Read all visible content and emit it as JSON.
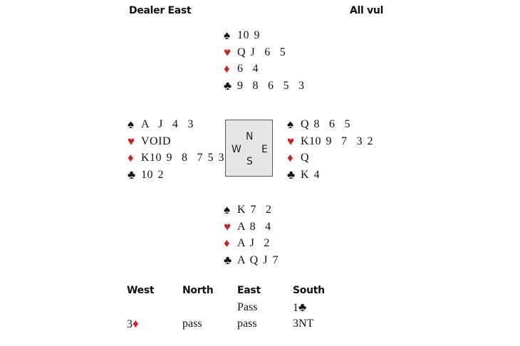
{
  "header": {
    "dealer": "Dealer East",
    "vulnerability": "All vul"
  },
  "suit_icons": {
    "spades": "♠",
    "hearts": "♥",
    "diamonds": "♦",
    "clubs": "♣"
  },
  "colors": {
    "red_suit": "#c1272d",
    "black_suit": "#111111",
    "compass_bg": "#e6e6e6"
  },
  "hands": {
    "north": {
      "spades": "10 9",
      "hearts": "Q J  6  5",
      "diamonds": "6  4",
      "clubs": "9  8  6  5  3"
    },
    "west": {
      "spades": "A  J  4  3",
      "hearts": "VOID",
      "diamonds": "K10 9  8  7 5 3",
      "clubs": "10 2"
    },
    "east": {
      "spades": "Q 8  6  5",
      "hearts": "K10 9  7  3 2",
      "diamonds": "Q",
      "clubs": "K 4"
    },
    "south": {
      "spades": "K 7  2",
      "hearts": "A 8  4",
      "diamonds": "A J  2",
      "clubs": "A Q J 7"
    }
  },
  "compass": {
    "n": "N",
    "w": "W",
    "e": "E",
    "s": "S"
  },
  "auction": {
    "headers": [
      "West",
      "North",
      "East",
      "South"
    ],
    "rounds": [
      [
        "",
        "",
        "Pass",
        "1"
      ],
      [
        "3",
        "pass",
        "pass",
        "3NT"
      ]
    ],
    "suit_marks": {
      "r0c3": "♣",
      "r1c0": "♦"
    }
  }
}
